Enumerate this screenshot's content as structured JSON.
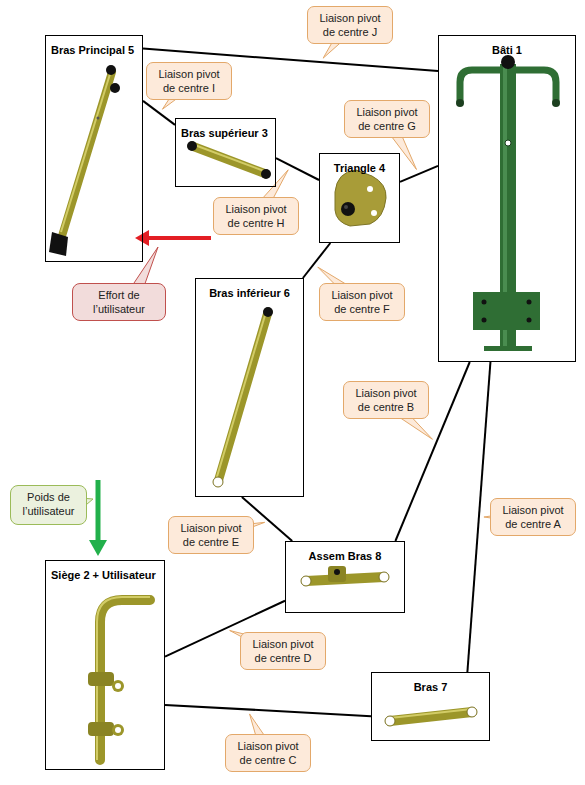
{
  "diagram": {
    "nodes": [
      {
        "text": [
          "Bras Principal 5"
        ]
      },
      {
        "text": [
          "Bras supérieur 3"
        ]
      },
      {
        "text": [
          "Triangle 4"
        ]
      },
      {
        "text": [
          "Bâti 1"
        ]
      },
      {
        "text": [
          "Bras inférieur 6"
        ]
      },
      {
        "text": [
          "Assem Bras 8"
        ]
      },
      {
        "text": [
          "Siège 2 + Utilisateur"
        ]
      },
      {
        "text": [
          "Bras 7"
        ]
      },
      {
        "text": [
          "Effort de l’utilisateur"
        ]
      },
      {
        "text": [
          "Poids de l’utilisateur"
        ]
      }
    ],
    "edges": [
      {
        "from": 0,
        "to": 3,
        "arrow": "none",
        "label": "Liaison pivot de centre J"
      },
      {
        "from": 0,
        "to": 1,
        "arrow": "none",
        "label": "Liaison pivot de centre I"
      },
      {
        "from": 1,
        "to": 2,
        "arrow": "none",
        "label": "Liaison pivot de centre H"
      },
      {
        "from": 2,
        "to": 3,
        "arrow": "none",
        "label": "Liaison pivot de centre G"
      },
      {
        "from": 2,
        "to": 4,
        "arrow": "none",
        "label": "Liaison pivot de centre F"
      },
      {
        "from": 5,
        "to": 3,
        "arrow": "none",
        "label": "Liaison pivot de centre B"
      },
      {
        "from": 4,
        "to": 5,
        "arrow": "none",
        "label": "Liaison pivot de centre E"
      },
      {
        "from": 7,
        "to": 3,
        "arrow": "none",
        "label": "Liaison pivot de centre A"
      },
      {
        "from": 6,
        "to": 5,
        "arrow": "none",
        "label": "Liaison pivot de centre D"
      },
      {
        "from": 6,
        "to": 7,
        "arrow": "none",
        "label": "Liaison pivot de centre C"
      }
    ]
  }
}
